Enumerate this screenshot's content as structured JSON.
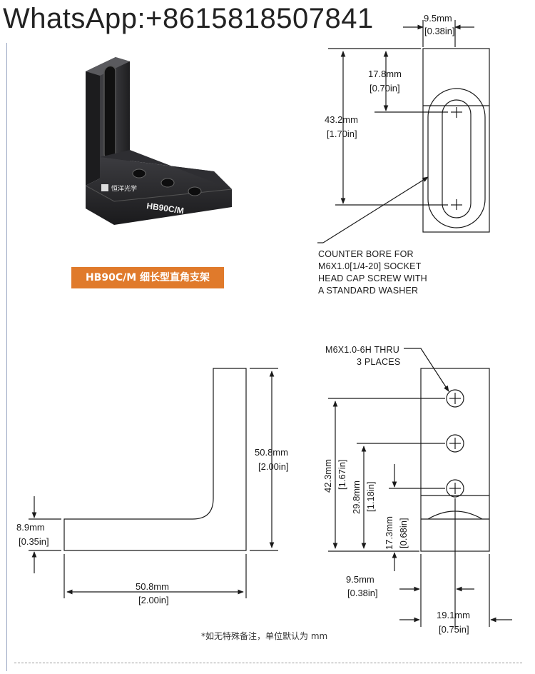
{
  "watermark": "WhatsApp:+8615818507841",
  "product": {
    "brand_cn": "恒洋光学",
    "model_label": "HB90C/M"
  },
  "caption": "HB90C/M 细长型直角支架",
  "top_view": {
    "dim_width_mm": "9.5mm",
    "dim_width_in": "0.38in",
    "dim_offset_mm": "17.8mm",
    "dim_offset_in": "0.70in",
    "dim_slot_mm": "43.2mm",
    "dim_slot_in": "1.70in",
    "note_lines": [
      "COUNTER BORE FOR",
      "M6X1.0[1/4-20] SOCKET",
      "HEAD CAP SCREW WITH",
      "A STANDARD WASHER"
    ]
  },
  "side_view": {
    "dim_height_mm": "50.8mm",
    "dim_height_in": "2.00in",
    "dim_thick_mm": "8.9mm",
    "dim_thick_in": "0.35in",
    "dim_length_mm": "50.8mm",
    "dim_length_in": "2.00in"
  },
  "front_view": {
    "note_line1": "M6X1.0-6H THRU",
    "note_line2": "3 PLACES",
    "dim_a_mm": "42.3mm",
    "dim_a_in": "1.67in",
    "dim_b_mm": "29.8mm",
    "dim_b_in": "1.18in",
    "dim_c_mm": "17.3mm",
    "dim_c_in": "0.68in",
    "dim_hole_mm": "9.5mm",
    "dim_hole_in": "0.38in",
    "dim_width_mm": "19.1mm",
    "dim_width_in": "0.75in"
  },
  "footnote": "*如无特殊备注，单位默认为 mm"
}
